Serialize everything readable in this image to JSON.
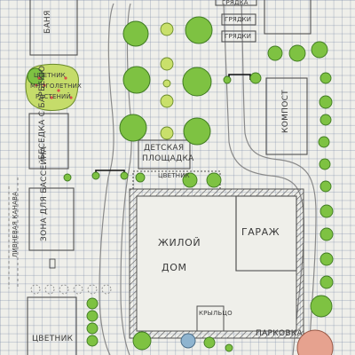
{
  "labels": {
    "banya": "Баня",
    "flowerbed_perennials_line1": "Цветник",
    "flowerbed_perennials_line2": "многолетних",
    "flowerbed_perennials_line3": "растений",
    "gazebo_bbq": "Беседка с барбекю",
    "pool_zone": "Зона для бассейна",
    "kids_playground_line1": "Детская",
    "kids_playground_line2": "площадка",
    "flowerbed_small": "Цветник",
    "house_line1": "Жилой",
    "house_line2": "дом",
    "garage": "Гараж",
    "porch": "Крыльцо",
    "parking": "Парковка",
    "compost_box": "Компост",
    "drainage_ditch": "Ливневая канава",
    "bed_1": "Грядка",
    "bed_2": "Грядки",
    "bed_3": "Грядки",
    "flowerbed_bottom_left": "Цветник"
  },
  "colors": {
    "tree_green": "#7ec242",
    "tree_outline": "#3f7a22",
    "shrub_green": "#9ccf57",
    "flowerbed_fill": "#c5dc6a",
    "flower_red": "#d9524b",
    "bbq_blue": "#8fb4cf",
    "parking_circle": "#e6a28f"
  }
}
